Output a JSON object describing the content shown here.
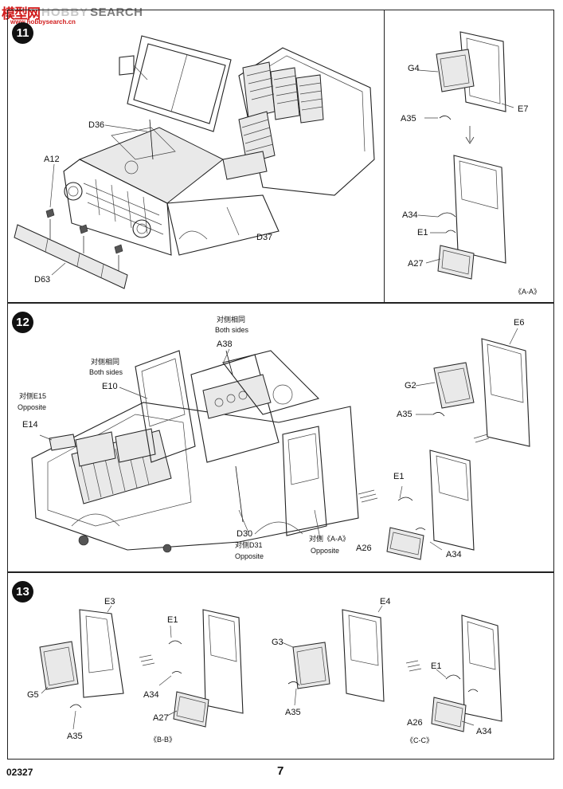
{
  "watermark": {
    "logo": "模型网",
    "hobby": "HOBBY",
    "search": "SEARCH",
    "url": "www.hobbysearch.cn"
  },
  "footer": {
    "code": "02327",
    "page": "7"
  },
  "step11": {
    "number": "11",
    "labels": {
      "d36": "D36",
      "a12": "A12",
      "d37": "D37",
      "d63": "D63"
    },
    "detail": {
      "g4": "G4",
      "e7": "E7",
      "a35": "A35",
      "a34": "A34",
      "e1": "E1",
      "a27": "A27",
      "view": "《A-A》"
    }
  },
  "step12": {
    "number": "12",
    "labels": {
      "both_sides_cn_1": "对侧相同",
      "both_sides_1": "Both sides",
      "a38": "A38",
      "both_sides_cn_2": "对侧相同",
      "both_sides_2": "Both sides",
      "e10": "E10",
      "opposite_e15_cn": "对侧E15",
      "opposite_1": "Opposite",
      "e14": "E14",
      "d30": "D30",
      "opposite_d31_cn": "对侧D31",
      "opposite_2": "Opposite",
      "opposite_aa_cn": "对侧《A-A》",
      "opposite_3": "Opposite"
    },
    "detail": {
      "e6": "E6",
      "g2": "G2",
      "a35": "A35",
      "e1": "E1",
      "a26": "A26",
      "a34": "A34"
    }
  },
  "step13": {
    "number": "13",
    "left": {
      "e3": "E3",
      "g5": "G5",
      "a35": "A35",
      "e1": "E1",
      "a34": "A34",
      "a27": "A27",
      "view": "《B-B》"
    },
    "right": {
      "e4": "E4",
      "g3": "G3",
      "a35": "A35",
      "e1": "E1",
      "a26": "A26",
      "a34": "A34",
      "view": "《C-C》"
    }
  }
}
